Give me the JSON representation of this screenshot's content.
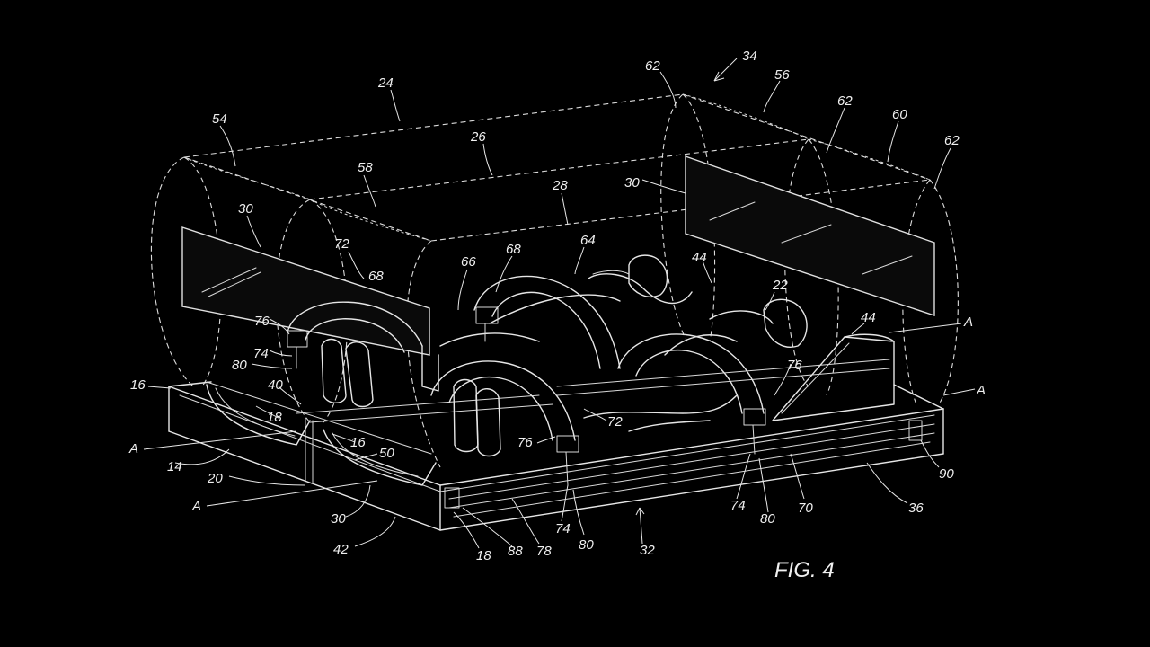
{
  "figure": {
    "caption": "FIG. 4",
    "ref_labels": [
      {
        "id": "34",
        "text": "34"
      },
      {
        "id": "62a",
        "text": "62"
      },
      {
        "id": "56",
        "text": "56"
      },
      {
        "id": "62b",
        "text": "62"
      },
      {
        "id": "60",
        "text": "60"
      },
      {
        "id": "62c",
        "text": "62"
      },
      {
        "id": "24",
        "text": "24"
      },
      {
        "id": "54",
        "text": "54"
      },
      {
        "id": "26",
        "text": "26"
      },
      {
        "id": "58",
        "text": "58"
      },
      {
        "id": "28",
        "text": "28"
      },
      {
        "id": "30a",
        "text": "30"
      },
      {
        "id": "30b",
        "text": "30"
      },
      {
        "id": "64",
        "text": "64"
      },
      {
        "id": "72a",
        "text": "72"
      },
      {
        "id": "68a",
        "text": "68"
      },
      {
        "id": "66",
        "text": "66"
      },
      {
        "id": "68b",
        "text": "68"
      },
      {
        "id": "44a",
        "text": "44"
      },
      {
        "id": "22",
        "text": "22"
      },
      {
        "id": "44b",
        "text": "44"
      },
      {
        "id": "A1",
        "text": "A"
      },
      {
        "id": "76a",
        "text": "76"
      },
      {
        "id": "74a",
        "text": "74"
      },
      {
        "id": "80a",
        "text": "80"
      },
      {
        "id": "16a",
        "text": "16"
      },
      {
        "id": "40",
        "text": "40"
      },
      {
        "id": "76b",
        "text": "76"
      },
      {
        "id": "A2",
        "text": "A"
      },
      {
        "id": "18a",
        "text": "18"
      },
      {
        "id": "72b",
        "text": "72"
      },
      {
        "id": "A3",
        "text": "A"
      },
      {
        "id": "16b",
        "text": "16"
      },
      {
        "id": "76c",
        "text": "76"
      },
      {
        "id": "14",
        "text": "14"
      },
      {
        "id": "50",
        "text": "50"
      },
      {
        "id": "20",
        "text": "20"
      },
      {
        "id": "A4",
        "text": "A"
      },
      {
        "id": "30c",
        "text": "30"
      },
      {
        "id": "42",
        "text": "42"
      },
      {
        "id": "18b",
        "text": "18"
      },
      {
        "id": "88",
        "text": "88"
      },
      {
        "id": "78",
        "text": "78"
      },
      {
        "id": "74b",
        "text": "74"
      },
      {
        "id": "80b",
        "text": "80"
      },
      {
        "id": "32",
        "text": "32"
      },
      {
        "id": "74c",
        "text": "74"
      },
      {
        "id": "80c",
        "text": "80"
      },
      {
        "id": "70",
        "text": "70"
      },
      {
        "id": "36",
        "text": "36"
      },
      {
        "id": "90",
        "text": "90"
      }
    ]
  }
}
